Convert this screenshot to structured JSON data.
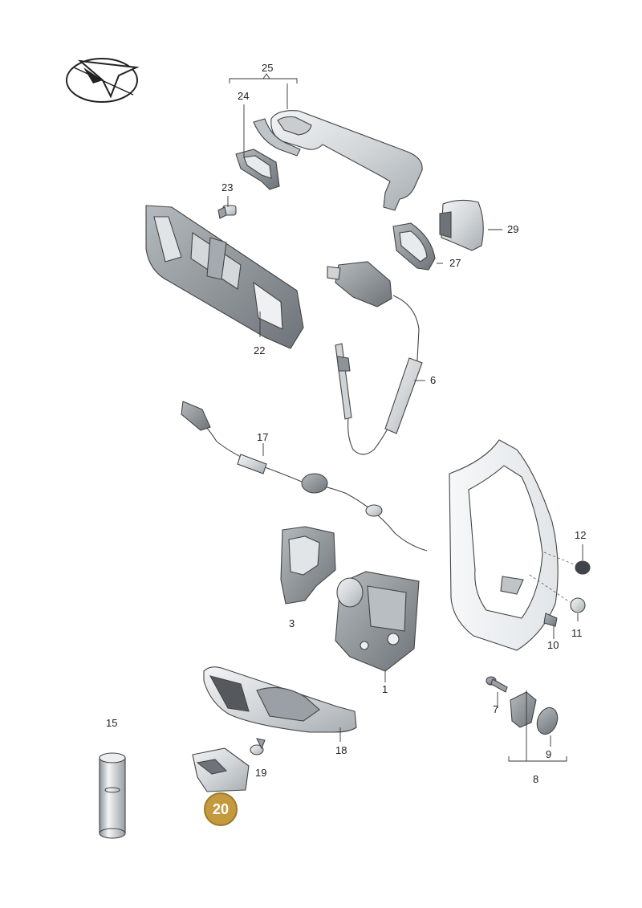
{
  "callouts": [
    {
      "id": "1",
      "label": "1"
    },
    {
      "id": "3",
      "label": "3"
    },
    {
      "id": "6",
      "label": "6"
    },
    {
      "id": "7",
      "label": "7"
    },
    {
      "id": "8",
      "label": "8"
    },
    {
      "id": "9",
      "label": "9"
    },
    {
      "id": "10",
      "label": "10"
    },
    {
      "id": "11",
      "label": "11"
    },
    {
      "id": "12",
      "label": "12"
    },
    {
      "id": "15",
      "label": "15"
    },
    {
      "id": "17",
      "label": "17"
    },
    {
      "id": "18",
      "label": "18"
    },
    {
      "id": "19",
      "label": "19"
    },
    {
      "id": "22",
      "label": "22"
    },
    {
      "id": "23",
      "label": "23"
    },
    {
      "id": "24",
      "label": "24"
    },
    {
      "id": "25",
      "label": "25"
    },
    {
      "id": "27",
      "label": "27"
    },
    {
      "id": "29",
      "label": "29"
    }
  ],
  "highlight": {
    "label": "20",
    "color": "#c59a3f"
  }
}
